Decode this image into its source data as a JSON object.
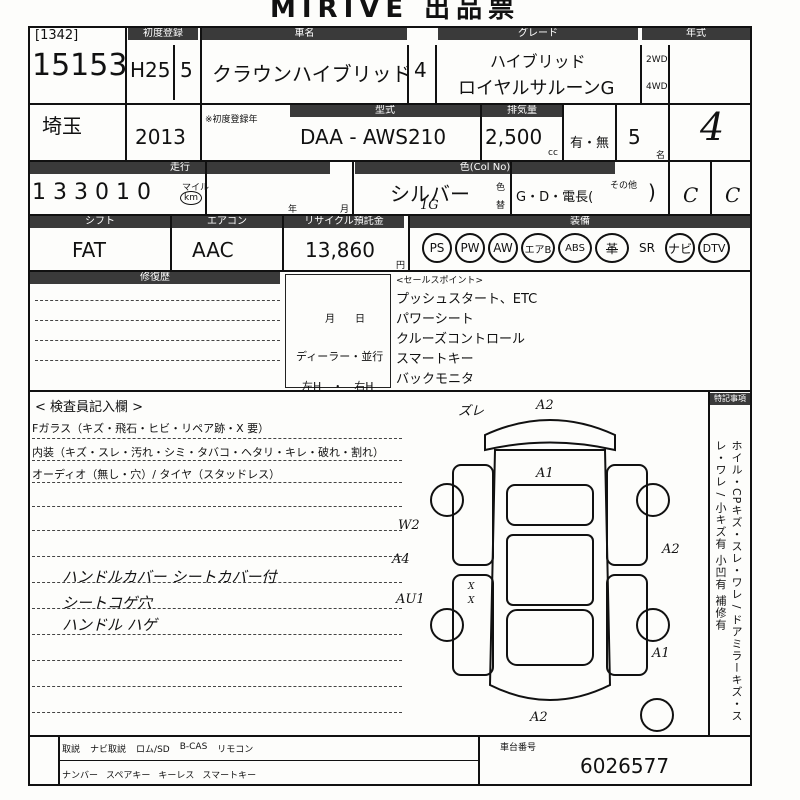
{
  "header": {
    "title": "MIRIVE 出品票"
  },
  "lot": {
    "code": "[1342]",
    "number": "15153",
    "region": "埼玉"
  },
  "labels": {
    "first_reg": "初度登録",
    "model_name": "車名",
    "grade": "グレード",
    "year": "年式",
    "model_code": "型式",
    "displacement": "排気量",
    "recycle": "有・無",
    "mileage": "走行",
    "color": "色(Col No)",
    "shift": "シフト",
    "aircon": "エアコン",
    "recycle_fee": "リサイクル預託金",
    "equipment": "装備",
    "history": "修復歴",
    "sales_points_label": "<セールスポイント>",
    "month_day": "月　　日",
    "inspector_box": "< 検査員記入欄 >",
    "notes": "特記事項",
    "chassis_no_label": "車台番号",
    "cc": "cc",
    "doors_unit": "名",
    "year_unit": "年",
    "month_unit": "月",
    "yen": "円",
    "first_reg_sub": "※初度登録年",
    "color_sub_1": "色",
    "color_sub_2": "替",
    "other": "その他",
    "mileage_unit_top": "マイル",
    "mileage_unit": "km"
  },
  "car": {
    "era": "H25",
    "month": "5",
    "name": "クラウンハイブリッド",
    "doors": "4",
    "grade_line1": "ハイブリッド",
    "grade_line2": "ロイヤルサルーンG",
    "drive_2wd": "2WD",
    "drive_4wd": "4WD",
    "year": "2013",
    "model_code": "DAA - AWS210",
    "displacement": "2,500",
    "seats": "5",
    "score": "4",
    "mileage_digits": [
      "1",
      "3",
      "3",
      "0",
      "1",
      "0"
    ],
    "color": "シルバー",
    "color_code": "1G",
    "color_options": "G・D・電長(",
    "color_paren": ")",
    "interior_score": "C",
    "exterior_score": "C",
    "shift": "FAT",
    "aircon": "AAC",
    "recycle_fee": "13,860"
  },
  "equipment": [
    "PS",
    "PW",
    "AW",
    "エアB",
    "ABS",
    "革",
    "SR",
    "ナビ",
    "DTV"
  ],
  "sales_points": [
    "プッシュスタート、ETC",
    "パワーシート",
    "クルーズコントロール",
    "スマートキー",
    "バックモニタ"
  ],
  "dealer": {
    "label": "ディーラー・並行",
    "steering": "左H　・　右H"
  },
  "inspector": {
    "line1": "Fガラス（キズ・飛石・ヒビ・リペア跡・X 要）",
    "line2": "内装（キズ・スレ・汚れ・シミ・タバコ・ヘタリ・キレ・破れ・割れ）",
    "line3": "オーディオ（無し・穴）/ タイヤ（スタッドレス）",
    "hand1": "ハンドルカバー シートカバー付",
    "hand2": "シートコゲ穴",
    "hand3": "ハンドル ハゲ"
  },
  "diagram_marks": [
    "ズレ",
    "A2",
    "A1",
    "W2",
    "A4",
    "AU1",
    "X",
    "X",
    "A2",
    "A1",
    "A2"
  ],
  "notes_vertical": "ホイル・CPキズ・スレ・ワレ / ドアミラーキズ・スレ・ワレ / 小キズ有 小凹有 補修有",
  "footer": {
    "items_row1": [
      "取説",
      "ナビ取説",
      "ロム/SD",
      "B-CAS",
      "リモコン"
    ],
    "items_row2": [
      "ナンバー",
      "スペアキー",
      "キーレス",
      "スマートキー"
    ],
    "chassis_no": "6026577"
  }
}
